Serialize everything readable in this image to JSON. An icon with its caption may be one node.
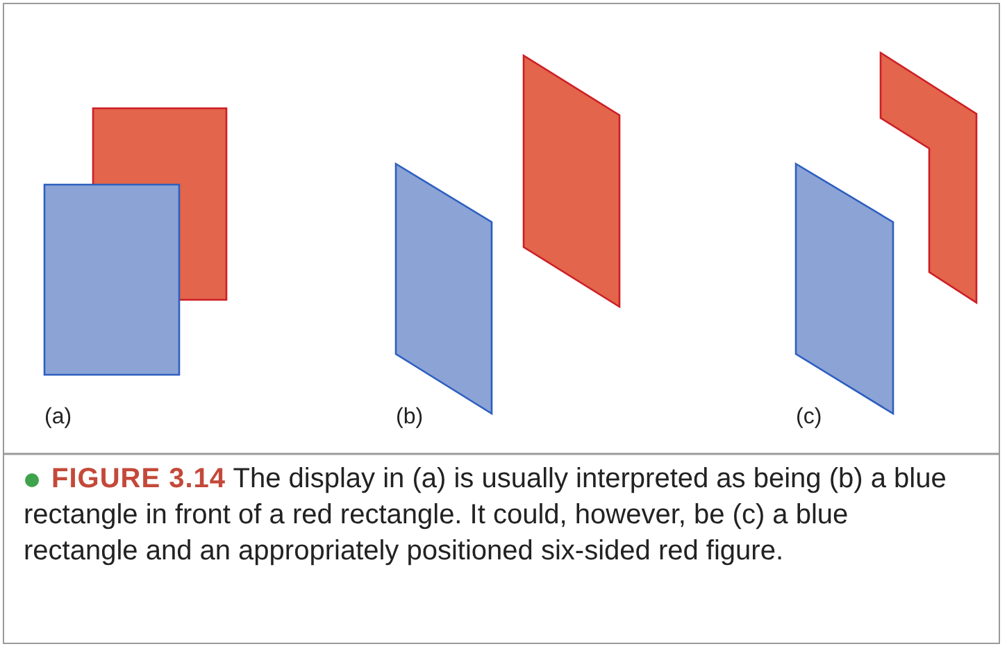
{
  "diagram": {
    "caption": "**FIGURE 3.14** The display in (a) is usually interpreted as being (b) a blue rectangle in front of a red rectangle. It could, however, be (c) a blue rectangle and an appropriately positioned six-sided red figure.",
    "labels": [
      "(a)",
      "(b)",
      "(c)"
    ]
  }
}
